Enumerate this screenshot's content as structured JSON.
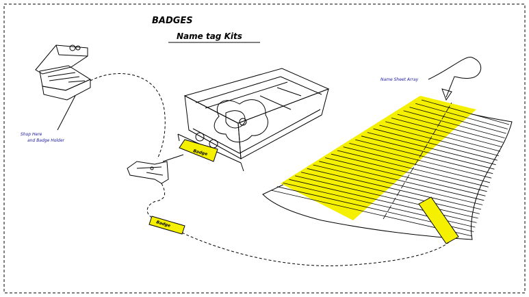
{
  "title": "BADGES",
  "subtitle": "Name tag Kits",
  "labels": {
    "shop_note_line1": "Shop Here",
    "shop_note_line2": "and Badge Holder",
    "sheet_array": "Name Sheet Array",
    "badge_small": "Badge",
    "badge_card": "Badge"
  },
  "colors": {
    "highlight": "#f5f000",
    "ink": "#000000",
    "note": "#1a1aa8",
    "background": "#ffffff"
  }
}
